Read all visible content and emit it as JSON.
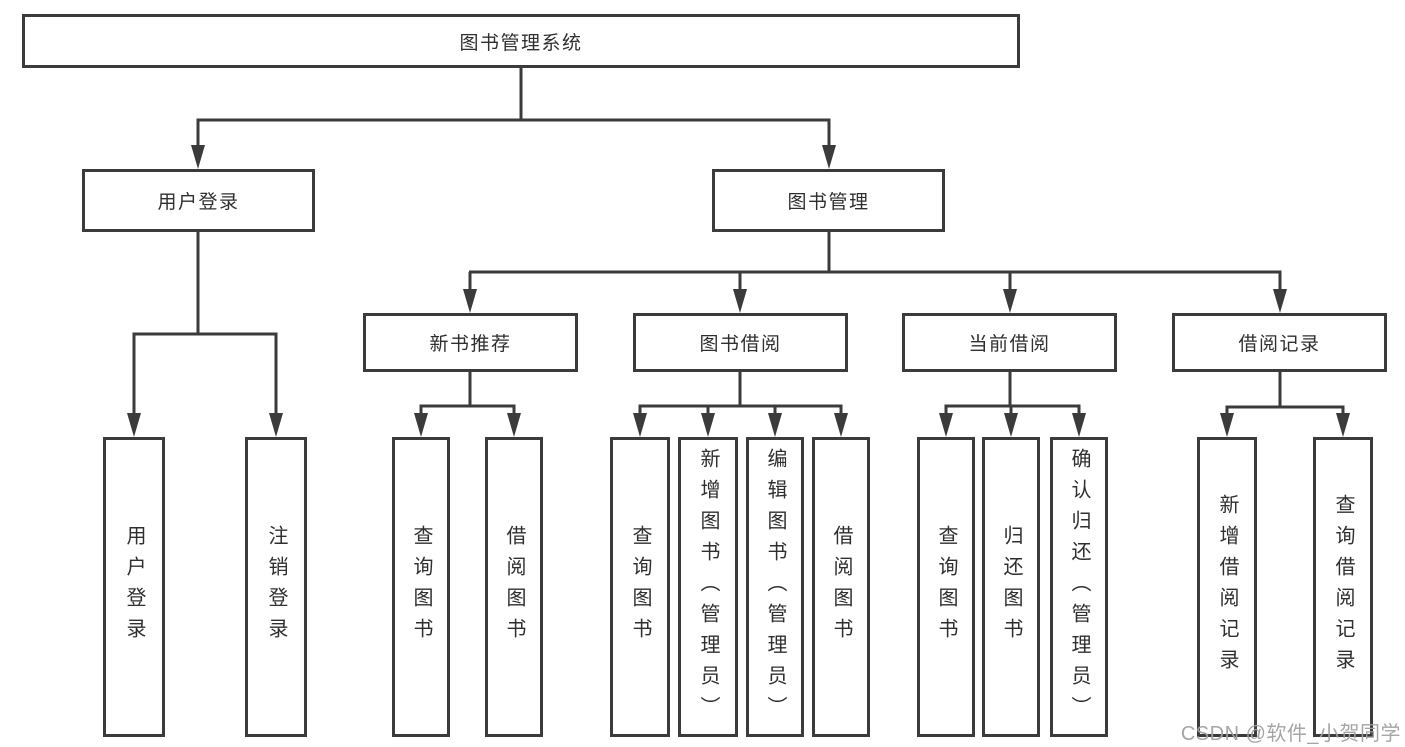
{
  "tree": {
    "root": {
      "label": "图书管理系统",
      "children": [
        {
          "label": "用户登录",
          "children": [
            {
              "label": "用户登录"
            },
            {
              "label": "注销登录"
            }
          ]
        },
        {
          "label": "图书管理",
          "children": [
            {
              "label": "新书推荐",
              "children": [
                {
                  "label": "查询图书"
                },
                {
                  "label": "借阅图书"
                }
              ]
            },
            {
              "label": "图书借阅",
              "children": [
                {
                  "label": "查询图书"
                },
                {
                  "label": "新增图书（管理员）"
                },
                {
                  "label": "编辑图书（管理员）"
                },
                {
                  "label": "借阅图书"
                }
              ]
            },
            {
              "label": "当前借阅",
              "children": [
                {
                  "label": "查询图书"
                },
                {
                  "label": "归还图书"
                },
                {
                  "label": "确认归还（管理员）"
                }
              ]
            },
            {
              "label": "借阅记录",
              "children": [
                {
                  "label": "新增借阅记录"
                },
                {
                  "label": "查询借阅记录"
                }
              ]
            }
          ]
        }
      ]
    }
  },
  "watermark": {
    "text": "CSDN @软件_小贺同学"
  },
  "colors": {
    "line": "#3b3b3b",
    "box_border": "#3b3b3b",
    "box_background": "#ffffff",
    "text": "#2f2f2f",
    "watermark": "#a0a0a0",
    "background": "#ffffff"
  }
}
